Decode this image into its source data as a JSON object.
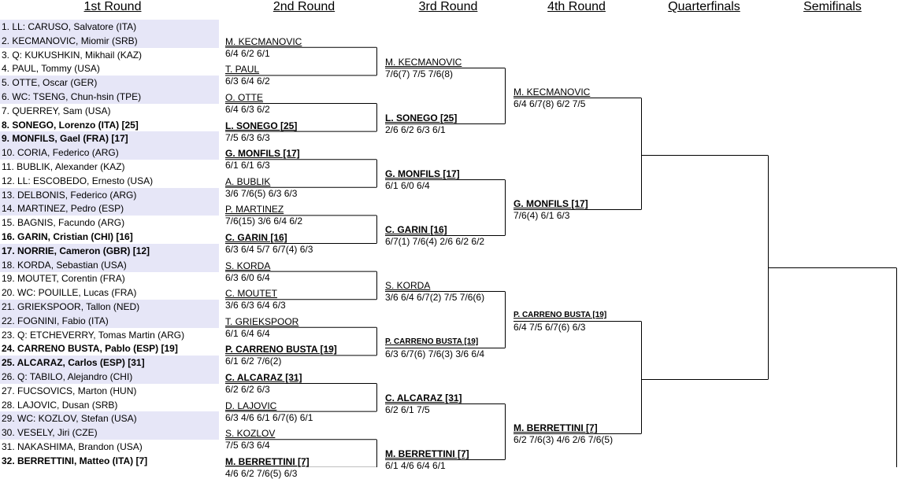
{
  "headers": [
    "1st Round",
    "2nd Round",
    "3rd Round",
    "4th Round",
    "Quarterfinals",
    "Semifinals"
  ],
  "first_round": [
    {
      "text": "1. LL: CARUSO, Salvatore (ITA)",
      "seed": false
    },
    {
      "text": "2. KECMANOVIC, Miomir (SRB)",
      "seed": false
    },
    {
      "text": "3. Q: KUKUSHKIN, Mikhail (KAZ)",
      "seed": false
    },
    {
      "text": "4. PAUL, Tommy (USA)",
      "seed": false
    },
    {
      "text": "5. OTTE, Oscar (GER)",
      "seed": false
    },
    {
      "text": "6. WC: TSENG, Chun-hsin (TPE)",
      "seed": false
    },
    {
      "text": "7. QUERREY, Sam (USA)",
      "seed": false
    },
    {
      "text": "8. SONEGO, Lorenzo (ITA) [25]",
      "seed": true
    },
    {
      "text": "9. MONFILS, Gael (FRA) [17]",
      "seed": true
    },
    {
      "text": "10. CORIA, Federico (ARG)",
      "seed": false
    },
    {
      "text": "11. BUBLIK, Alexander (KAZ)",
      "seed": false
    },
    {
      "text": "12. LL: ESCOBEDO, Ernesto (USA)",
      "seed": false
    },
    {
      "text": "13. DELBONIS, Federico (ARG)",
      "seed": false
    },
    {
      "text": "14. MARTINEZ, Pedro (ESP)",
      "seed": false
    },
    {
      "text": "15. BAGNIS, Facundo (ARG)",
      "seed": false
    },
    {
      "text": "16. GARIN, Cristian (CHI) [16]",
      "seed": true
    },
    {
      "text": "17. NORRIE, Cameron (GBR) [12]",
      "seed": true
    },
    {
      "text": "18. KORDA, Sebastian (USA)",
      "seed": false
    },
    {
      "text": "19. MOUTET, Corentin (FRA)",
      "seed": false
    },
    {
      "text": "20. WC: POUILLE, Lucas (FRA)",
      "seed": false
    },
    {
      "text": "21. GRIEKSPOOR, Tallon (NED)",
      "seed": false
    },
    {
      "text": "22. FOGNINI, Fabio (ITA)",
      "seed": false
    },
    {
      "text": "23. Q: ETCHEVERRY, Tomas Martin (ARG)",
      "seed": false
    },
    {
      "text": "24. CARRENO BUSTA, Pablo (ESP) [19]",
      "seed": true
    },
    {
      "text": "25. ALCARAZ, Carlos (ESP) [31]",
      "seed": true
    },
    {
      "text": "26. Q: TABILO, Alejandro (CHI)",
      "seed": false
    },
    {
      "text": "27. FUCSOVICS, Marton (HUN)",
      "seed": false
    },
    {
      "text": "28. LAJOVIC, Dusan (SRB)",
      "seed": false
    },
    {
      "text": "29. WC: KOZLOV, Stefan (USA)",
      "seed": false
    },
    {
      "text": "30. VESELY, Jiri (CZE)",
      "seed": false
    },
    {
      "text": "31. NAKASHIMA, Brandon (USA)",
      "seed": false
    },
    {
      "text": "32. BERRETTINI, Matteo (ITA) [7]",
      "seed": true
    }
  ],
  "second_round": [
    {
      "name": "M. KECMANOVIC",
      "score": "6/4 6/2 6/1",
      "seed": false
    },
    {
      "name": "T. PAUL",
      "score": "6/3 6/4 6/2",
      "seed": false
    },
    {
      "name": "O. OTTE",
      "score": "6/4 6/3 6/2",
      "seed": false
    },
    {
      "name": "L. SONEGO [25]",
      "score": "7/5 6/3 6/3",
      "seed": true
    },
    {
      "name": "G. MONFILS [17]",
      "score": "6/1 6/1 6/3",
      "seed": true
    },
    {
      "name": "A. BUBLIK",
      "score": "3/6 7/6(5) 6/3 6/3",
      "seed": false
    },
    {
      "name": "P. MARTINEZ",
      "score": "7/6(15) 3/6 6/4 6/2",
      "seed": false
    },
    {
      "name": "C. GARIN [16]",
      "score": "6/3 6/4 5/7 6/7(4) 6/3",
      "seed": true
    },
    {
      "name": "S. KORDA",
      "score": "6/3 6/0 6/4",
      "seed": false
    },
    {
      "name": "C. MOUTET",
      "score": "3/6 6/3 6/4 6/3",
      "seed": false
    },
    {
      "name": "T. GRIEKSPOOR",
      "score": "6/1 6/4 6/4",
      "seed": false
    },
    {
      "name": "P. CARRENO BUSTA [19]",
      "score": "6/1 6/2 7/6(2)",
      "seed": true
    },
    {
      "name": "C. ALCARAZ [31]",
      "score": "6/2 6/2 6/3",
      "seed": true
    },
    {
      "name": "D. LAJOVIC",
      "score": "6/3 4/6 6/1 6/7(6) 6/1",
      "seed": false
    },
    {
      "name": "S. KOZLOV",
      "score": "7/5 6/3 6/4",
      "seed": false
    },
    {
      "name": "M. BERRETTINI [7]",
      "score": "4/6 6/2 7/6(5) 6/3",
      "seed": true
    }
  ],
  "third_round": [
    {
      "name": "M. KECMANOVIC",
      "score": "7/6(7) 7/5 7/6(8)",
      "seed": false
    },
    {
      "name": "L. SONEGO [25]",
      "score": "2/6 6/2 6/3 6/1",
      "seed": true
    },
    {
      "name": "G. MONFILS [17]",
      "score": "6/1 6/0 6/4",
      "seed": true
    },
    {
      "name": "C. GARIN [16]",
      "score": "6/7(1) 7/6(4) 2/6 6/2 6/2",
      "seed": true
    },
    {
      "name": "S. KORDA",
      "score": "3/6 6/4 6/7(2) 7/5 7/6(6)",
      "seed": false
    },
    {
      "name": "P. CARRENO BUSTA [19]",
      "score": "6/3 6/7(6) 7/6(3) 3/6 6/4",
      "seed": true
    },
    {
      "name": "C. ALCARAZ [31]",
      "score": "6/2 6/1 7/5",
      "seed": true
    },
    {
      "name": "M. BERRETTINI [7]",
      "score": "6/1 4/6 6/4 6/1",
      "seed": true
    }
  ],
  "fourth_round": [
    {
      "name": "M. KECMANOVIC",
      "score": "6/4 6/7(8) 6/2 7/5",
      "seed": false
    },
    {
      "name": "G. MONFILS [17]",
      "score": "7/6(4) 6/1 6/3",
      "seed": true
    },
    {
      "name": "P. CARRENO BUSTA [19]",
      "score": "6/4 7/5 6/7(6) 6/3",
      "seed": true
    },
    {
      "name": "M. BERRETTINI [7]",
      "score": "6/2 7/6(3) 4/6 2/6 7/6(5)",
      "seed": true
    }
  ]
}
